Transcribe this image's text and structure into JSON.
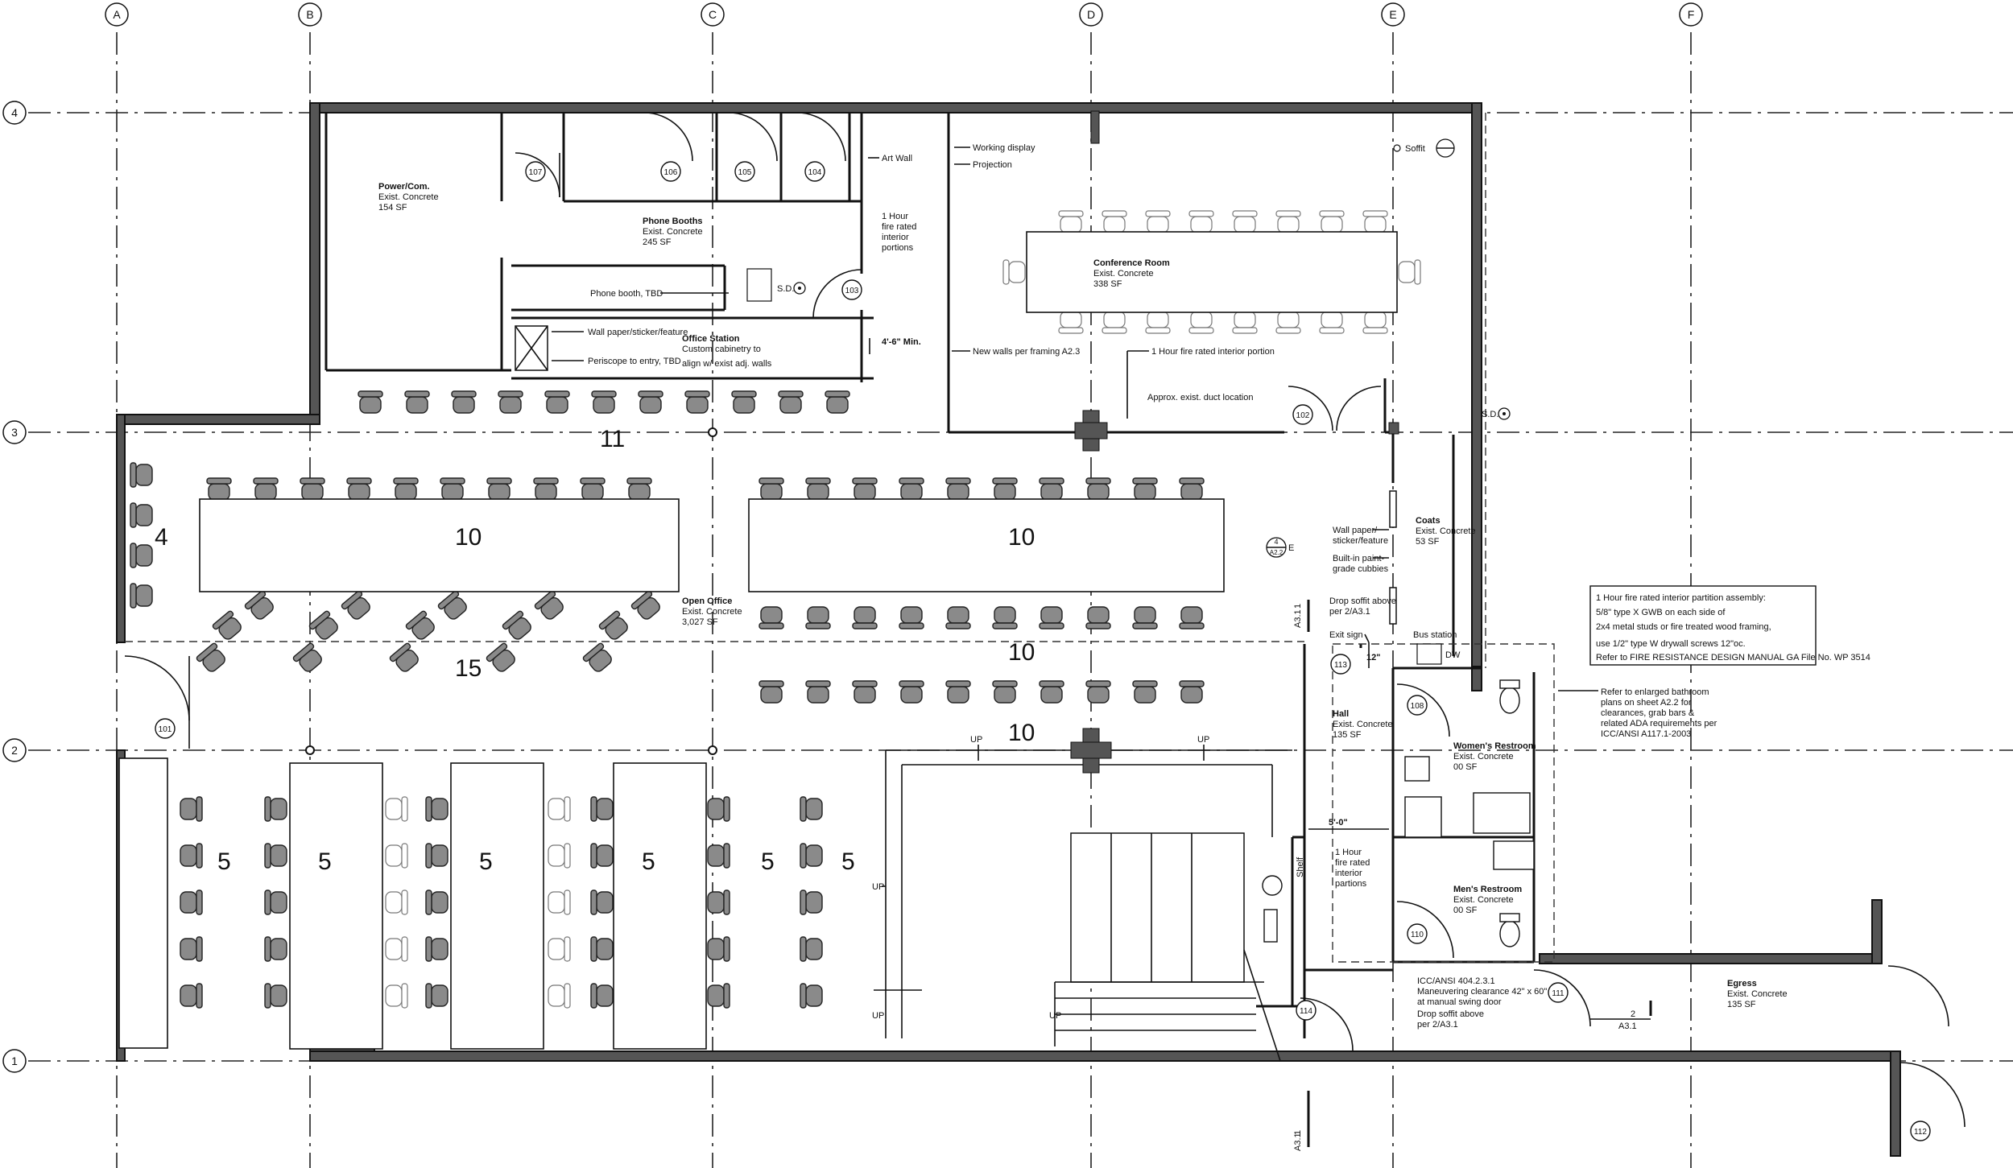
{
  "grid": {
    "columns": [
      "A",
      "B",
      "C",
      "D",
      "E",
      "F"
    ],
    "rows": [
      "4",
      "3",
      "2",
      "1"
    ]
  },
  "rooms": {
    "power": {
      "name": "Power/Com.",
      "finish": "Exist. Concrete",
      "area": "154 SF"
    },
    "phone_booths": {
      "name": "Phone Booths",
      "finish": "Exist. Concrete",
      "area": "245 SF"
    },
    "conference": {
      "name": "Conference Room",
      "finish": "Exist. Concrete",
      "area": "338 SF"
    },
    "office_station": {
      "name": "Office Station",
      "line1": "Custom cabinetry to",
      "line2": "align w/ exist adj. walls"
    },
    "open_office": {
      "name": "Open Office",
      "finish": "Exist. Concrete",
      "area": "3,027 SF"
    },
    "coats": {
      "name": "Coats",
      "finish": "Exist. Concrete",
      "area": "53 SF"
    },
    "hall": {
      "name": "Hall",
      "finish": "Exist. Concrete",
      "area": "135 SF"
    },
    "womens": {
      "name": "Women's Restroom",
      "finish": "Exist. Concrete",
      "area": "00 SF"
    },
    "mens": {
      "name": "Men's Restroom",
      "finish": "Exist. Concrete",
      "area": "00 SF"
    },
    "egress": {
      "name": "Egress",
      "finish": "Exist. Concrete",
      "area": "135 SF"
    }
  },
  "door_tags": [
    "101",
    "102",
    "103",
    "104",
    "105",
    "106",
    "107",
    "108",
    "110",
    "111",
    "112",
    "113",
    "114"
  ],
  "seat_counts": {
    "c11": "11",
    "c4": "4",
    "c10a": "10",
    "c10b": "10",
    "c10c": "10",
    "c10d": "10",
    "c15": "15",
    "c5a": "5",
    "c5b": "5",
    "c5c": "5",
    "c5d": "5",
    "c5e": "5",
    "c5f": "5"
  },
  "notes": {
    "art_wall": "Art Wall",
    "fire_1": "1 Hour",
    "fire_2": "fire rated",
    "fire_3": "interior",
    "fire_4": "portions",
    "working_display": "Working display",
    "projection": "Projection",
    "new_walls": "New walls per framing A2.3",
    "one_hour_partition": "1 Hour fire rated interior portion",
    "duct": "Approx. exist. duct location",
    "soffit": "Soffit",
    "phone_booth_tbd": "Phone booth, TBD",
    "sd": "S.D.",
    "wallpaper_sticker": "Wall paper/sticker/feature",
    "periscope": "Periscope to entry, TBD",
    "dim_4_6": "4'-6\" Min.",
    "dim_12": "12\"",
    "dim_5_0": "5'-0\"",
    "wp_1": "Wall paper/",
    "wp_2": "sticker/feature",
    "cubbies_1": "Built-in paint-",
    "cubbies_2": "grade cubbies",
    "drop_soffit_1": "Drop soffit above",
    "drop_soffit_2": "per 2/A3.1",
    "exit_sign": "Exit sign",
    "bus_station": "Bus station",
    "dw": "DW",
    "shelf": "Shelf",
    "hall_fire_1": "1 Hour",
    "hall_fire_2": "fire rated",
    "hall_fire_3": "interior",
    "hall_fire_4": "partions",
    "icc_1": "ICC/ANSI 404.2.3.1",
    "icc_2": "Maneuvering clearance 42\" x 60\"",
    "icc_3": "at manual swing door",
    "icc_4": "Drop soffit above",
    "icc_5": "per 2/A3.1",
    "refer_1": "Refer to enlarged bathroom",
    "refer_2": "plans on sheet A2.2 for",
    "refer_3": "clearances, grab bars &",
    "refer_4": "related ADA requirements per",
    "refer_5": "ICC/ANSI A117.1-2003",
    "up": "UP",
    "tag_4_a2": "4",
    "tag_4_a2_sub": "A2.2",
    "tag_e": "E",
    "section_a31": "A3.1",
    "section_1": "1",
    "section_2": "2"
  },
  "assembly_box": {
    "l1": "1 Hour fire rated interior partition assembly:",
    "l2": "5/8\" type X GWB on each side of",
    "l3": "2x4 metal studs or fire treated wood framing,",
    "l4": "use 1/2\" type W drywall screws 12\"oc.",
    "l5": "Refer to FIRE RESISTANCE DESIGN MANUAL GA File No. WP 3514"
  }
}
